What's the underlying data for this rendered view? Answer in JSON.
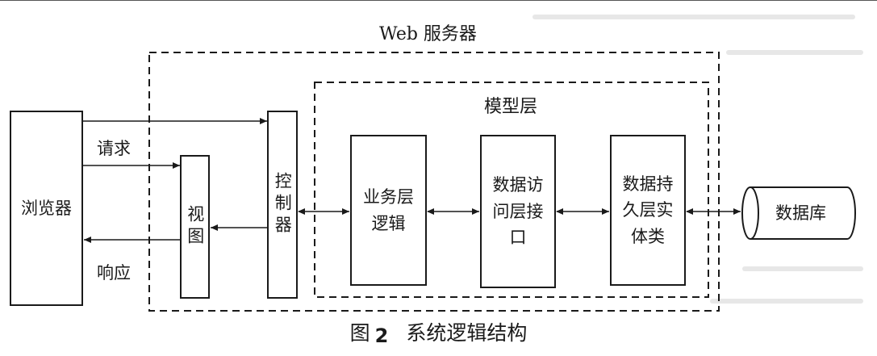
{
  "diagram": {
    "web_server_label": "Web 服务器",
    "model_layer_label": "模型层",
    "browser_label": "浏览器",
    "view_label": "视图",
    "controller_label": "控制器",
    "business_label_line1": "业务层",
    "business_label_line2": "逻辑",
    "dao_label_line1": "数据访",
    "dao_label_line2": "问层接",
    "dao_label_line3": "口",
    "entity_label_line1": "数据持",
    "entity_label_line2": "久层实",
    "entity_label_line3": "体类",
    "database_label": "数据库",
    "request_label": "请求",
    "response_label": "响应"
  },
  "caption": {
    "prefix": "图",
    "number": "2",
    "title": "系统逻辑结构"
  }
}
